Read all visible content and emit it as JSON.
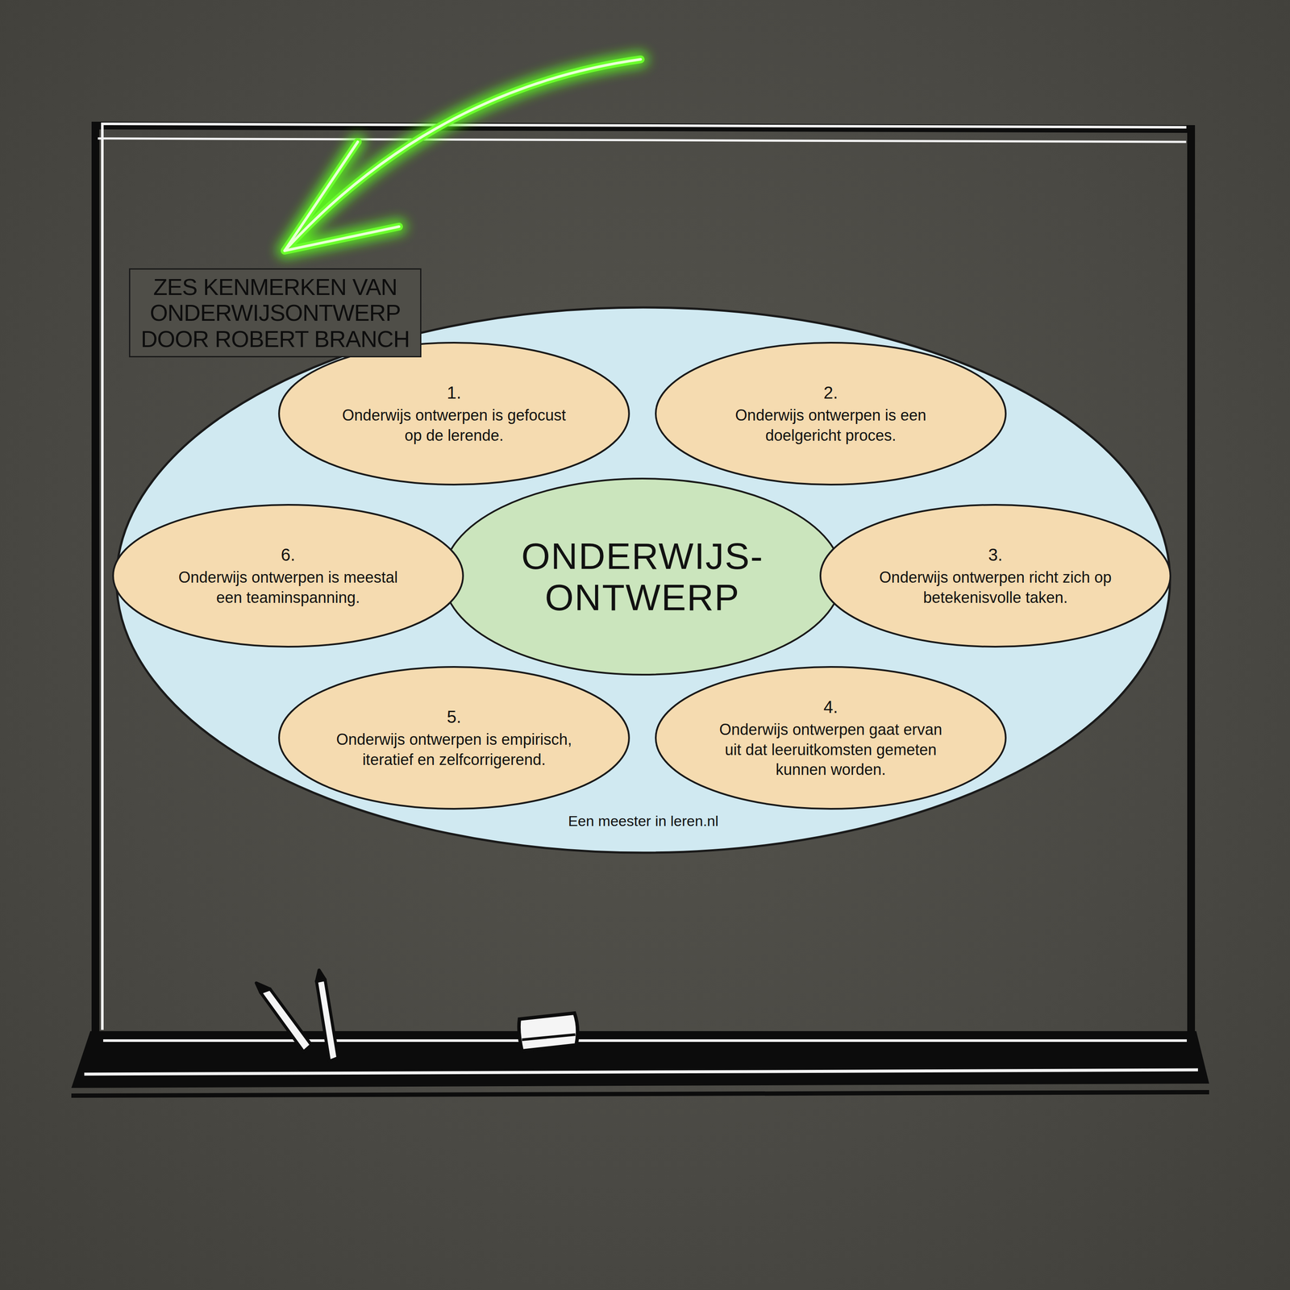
{
  "diagram": {
    "title": "ZES KENMERKEN VAN ONDERWIJSONTWERP DOOR ROBERT BRANCH",
    "nodes": [
      {
        "text": [
          "Een meester in leren.nl"
        ]
      },
      {
        "text": [
          "ONDERWIJS- ONTWERP"
        ],
        "in": 0
      },
      {
        "text": [
          "1.",
          "Onderwijs ontwerpen is gefocust op de lerende."
        ],
        "in": 0
      },
      {
        "text": [
          "2.",
          "Onderwijs ontwerpen is een doelgericht proces."
        ],
        "in": 0
      },
      {
        "text": [
          "3.",
          "Onderwijs ontwerpen richt zich op betekenisvolle taken."
        ],
        "in": 0
      },
      {
        "text": [
          "4.",
          "Onderwijs ontwerpen gaat ervan uit dat leeruitkomsten gemeten kunnen worden."
        ],
        "in": 0
      },
      {
        "text": [
          "5.",
          "Onderwijs ontwerpen is empirisch, iteratief en zelfcorrigerend."
        ],
        "in": 0
      },
      {
        "text": [
          "6.",
          "Onderwijs ontwerpen is meestal een teaminspanning."
        ],
        "in": 0
      }
    ]
  }
}
